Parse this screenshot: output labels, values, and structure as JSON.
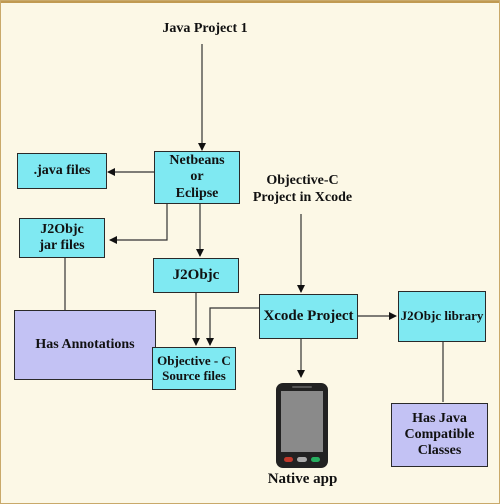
{
  "diagram": {
    "labels": {
      "java_project": "Java Project 1",
      "objc_project_line1": "Objective-C",
      "objc_project_line2": "Project in Xcode",
      "native_app": "Native app"
    },
    "nodes": {
      "java_files": ".java  files",
      "netbeans_line1": "Netbeans",
      "netbeans_line2": "or",
      "netbeans_line3": "Eclipse",
      "j2objc_jar_line1": "J2Objc",
      "j2objc_jar_line2": "jar files",
      "has_annotations": "Has Annotations",
      "j2objc": "J2Objc",
      "xcode_project": "Xcode Project",
      "objc_source_line1": "Objective - C",
      "objc_source_line2": "Source files",
      "j2objc_library": "J2Objc library",
      "has_java_line1": "Has Java",
      "has_java_line2": "Compatible",
      "has_java_line3": "Classes"
    },
    "colors": {
      "process_box": "#7fe9f2",
      "note_box": "#c3c2f4",
      "background": "#fcf8e6",
      "phone_body": "#222222",
      "phone_screen": "#8a8a8a"
    },
    "icons": [
      "smartphone-icon"
    ]
  }
}
